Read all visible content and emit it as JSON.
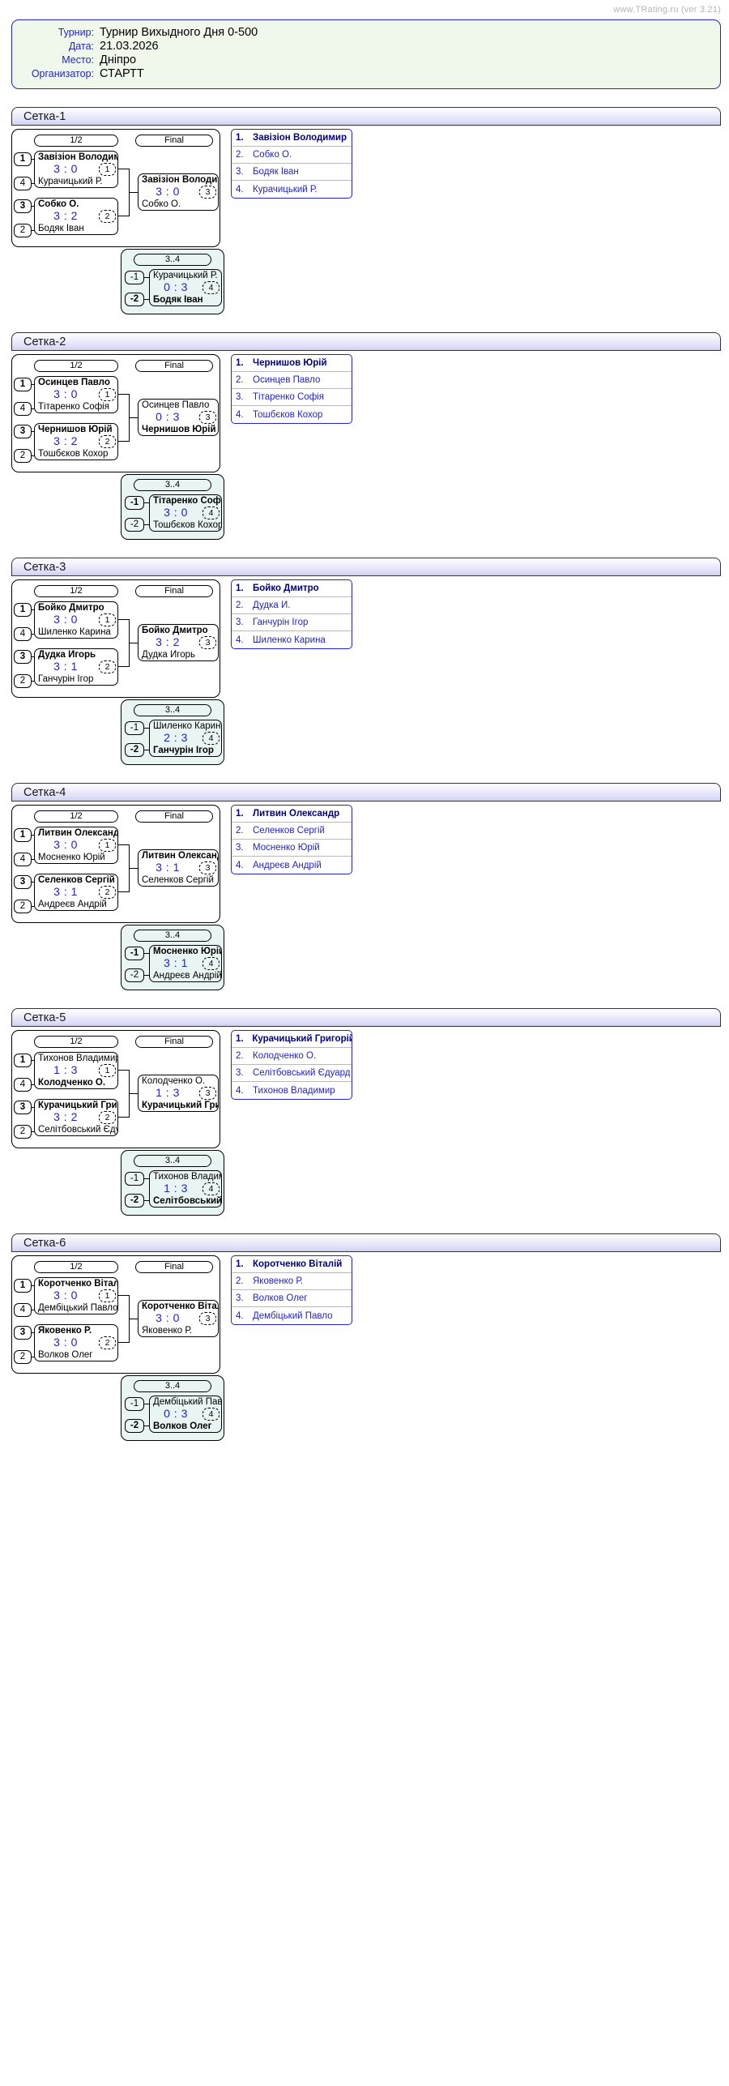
{
  "watermark": "www.TRating.ru (ver 3.21)",
  "info": {
    "rows": [
      {
        "label": "Турнир:",
        "value": "Турнир Вихыдного Дня 0-500"
      },
      {
        "label": "Дата:",
        "value": "21.03.2026"
      },
      {
        "label": "Место:",
        "value": "Дніпро"
      },
      {
        "label": "Организатор:",
        "value": "СТАРТТ"
      }
    ]
  },
  "round_labels": {
    "semi": "1/2",
    "final": "Final",
    "third": "3..4"
  },
  "seeds": {
    "s1": "1",
    "s4": "4",
    "s3": "3",
    "s2": "2",
    "t1": "-1",
    "t2": "-2"
  },
  "brackets": [
    {
      "title": "Сетка-1",
      "semi1": {
        "p1": "Завізіон Володимир",
        "p2": "Курачицький Р.",
        "score": "3 : 0",
        "num": "1",
        "winner": 1
      },
      "semi2": {
        "p1": "Собко О.",
        "p2": "Бодяк Іван",
        "score": "3 : 2",
        "num": "2",
        "winner": 1
      },
      "final": {
        "p1": "Завізіон Володимир",
        "p2": "Собко О.",
        "score": "3 : 0",
        "num": "3",
        "winner": 1
      },
      "third": {
        "p1": "Курачицький Р.",
        "p2": "Бодяк Іван",
        "score": "0 : 3",
        "num": "4",
        "winner": 2
      },
      "standings": [
        {
          "pos": "1.",
          "name": "Завізіон Володимир"
        },
        {
          "pos": "2.",
          "name": "Собко О."
        },
        {
          "pos": "3.",
          "name": "Бодяк Іван"
        },
        {
          "pos": "4.",
          "name": "Курачицький Р."
        }
      ]
    },
    {
      "title": "Сетка-2",
      "semi1": {
        "p1": "Осинцев Павло",
        "p2": "Тітаренко Софія",
        "score": "3 : 0",
        "num": "1",
        "winner": 1
      },
      "semi2": {
        "p1": "Чернишов Юрій",
        "p2": "Тошбєков Кохор",
        "score": "3 : 2",
        "num": "2",
        "winner": 1
      },
      "final": {
        "p1": "Осинцев Павло",
        "p2": "Чернишов Юрій",
        "score": "0 : 3",
        "num": "3",
        "winner": 2
      },
      "third": {
        "p1": "Тітаренко Софія",
        "p2": "Тошбєков Кохор",
        "score": "3 : 0",
        "num": "4",
        "winner": 1
      },
      "standings": [
        {
          "pos": "1.",
          "name": "Чернишов Юрій"
        },
        {
          "pos": "2.",
          "name": "Осинцев Павло"
        },
        {
          "pos": "3.",
          "name": "Тітаренко Софія"
        },
        {
          "pos": "4.",
          "name": "Тошбєков Кохор"
        }
      ]
    },
    {
      "title": "Сетка-3",
      "semi1": {
        "p1": "Бойко Дмитро",
        "p2": "Шиленко Карина",
        "score": "3 : 0",
        "num": "1",
        "winner": 1
      },
      "semi2": {
        "p1": "Дудка Игорь",
        "p2": "Ганчурін Ігор",
        "score": "3 : 1",
        "num": "2",
        "winner": 1
      },
      "final": {
        "p1": "Бойко Дмитро",
        "p2": "Дудка Игорь",
        "score": "3 : 2",
        "num": "3",
        "winner": 1
      },
      "third": {
        "p1": "Шиленко Карина",
        "p2": "Ганчурін Ігор",
        "score": "2 : 3",
        "num": "4",
        "winner": 2
      },
      "standings": [
        {
          "pos": "1.",
          "name": "Бойко Дмитро"
        },
        {
          "pos": "2.",
          "name": "Дудка И."
        },
        {
          "pos": "3.",
          "name": "Ганчурін Ігор"
        },
        {
          "pos": "4.",
          "name": "Шиленко Карина"
        }
      ]
    },
    {
      "title": "Сетка-4",
      "semi1": {
        "p1": "Литвин Олександр",
        "p2": "Мосненко Юрій",
        "score": "3 : 0",
        "num": "1",
        "winner": 1
      },
      "semi2": {
        "p1": "Селенков Сергій",
        "p2": "Андреєв Андрій",
        "score": "3 : 1",
        "num": "2",
        "winner": 1
      },
      "final": {
        "p1": "Литвин Олександр",
        "p2": "Селенков Сергій",
        "score": "3 : 1",
        "num": "3",
        "winner": 1
      },
      "third": {
        "p1": "Мосненко Юрій",
        "p2": "Андреєв Андрій",
        "score": "3 : 1",
        "num": "4",
        "winner": 1
      },
      "standings": [
        {
          "pos": "1.",
          "name": "Литвин Олександр"
        },
        {
          "pos": "2.",
          "name": "Селенков Сергій"
        },
        {
          "pos": "3.",
          "name": "Мосненко Юрій"
        },
        {
          "pos": "4.",
          "name": "Андреєв Андрій"
        }
      ]
    },
    {
      "title": "Сетка-5",
      "semi1": {
        "p1": "Тихонов Владимир",
        "p2": "Колодченко О.",
        "score": "1 : 3",
        "num": "1",
        "winner": 2
      },
      "semi2": {
        "p1": "Курачицький Григорій",
        "p2": "Селітбовський Єдуард",
        "score": "3 : 2",
        "num": "2",
        "winner": 1
      },
      "final": {
        "p1": "Колодченко О.",
        "p2": "Курачицький Григорій",
        "score": "1 : 3",
        "num": "3",
        "winner": 2
      },
      "third": {
        "p1": "Тихонов Владимир",
        "p2": "Селітбовський Єдуард",
        "score": "1 : 3",
        "num": "4",
        "winner": 2
      },
      "standings": [
        {
          "pos": "1.",
          "name": "Курачицький Григорій"
        },
        {
          "pos": "2.",
          "name": "Колодченко О."
        },
        {
          "pos": "3.",
          "name": "Селітбовський Єдуард"
        },
        {
          "pos": "4.",
          "name": "Тихонов Владимир"
        }
      ]
    },
    {
      "title": "Сетка-6",
      "semi1": {
        "p1": "Коротченко Віталій",
        "p2": "Дембіцький Павло",
        "score": "3 : 0",
        "num": "1",
        "winner": 1
      },
      "semi2": {
        "p1": "Яковенко Р.",
        "p2": "Волков Олег",
        "score": "3 : 0",
        "num": "2",
        "winner": 1
      },
      "final": {
        "p1": "Коротченко Віталій",
        "p2": "Яковенко Р.",
        "score": "3 : 0",
        "num": "3",
        "winner": 1
      },
      "third": {
        "p1": "Дембіцький Павло",
        "p2": "Волков Олег",
        "score": "0 : 3",
        "num": "4",
        "winner": 2
      },
      "standings": [
        {
          "pos": "1.",
          "name": "Коротченко Віталій"
        },
        {
          "pos": "2.",
          "name": "Яковенко Р."
        },
        {
          "pos": "3.",
          "name": "Волков Олег"
        },
        {
          "pos": "4.",
          "name": "Дембіцький Павло"
        }
      ]
    }
  ]
}
